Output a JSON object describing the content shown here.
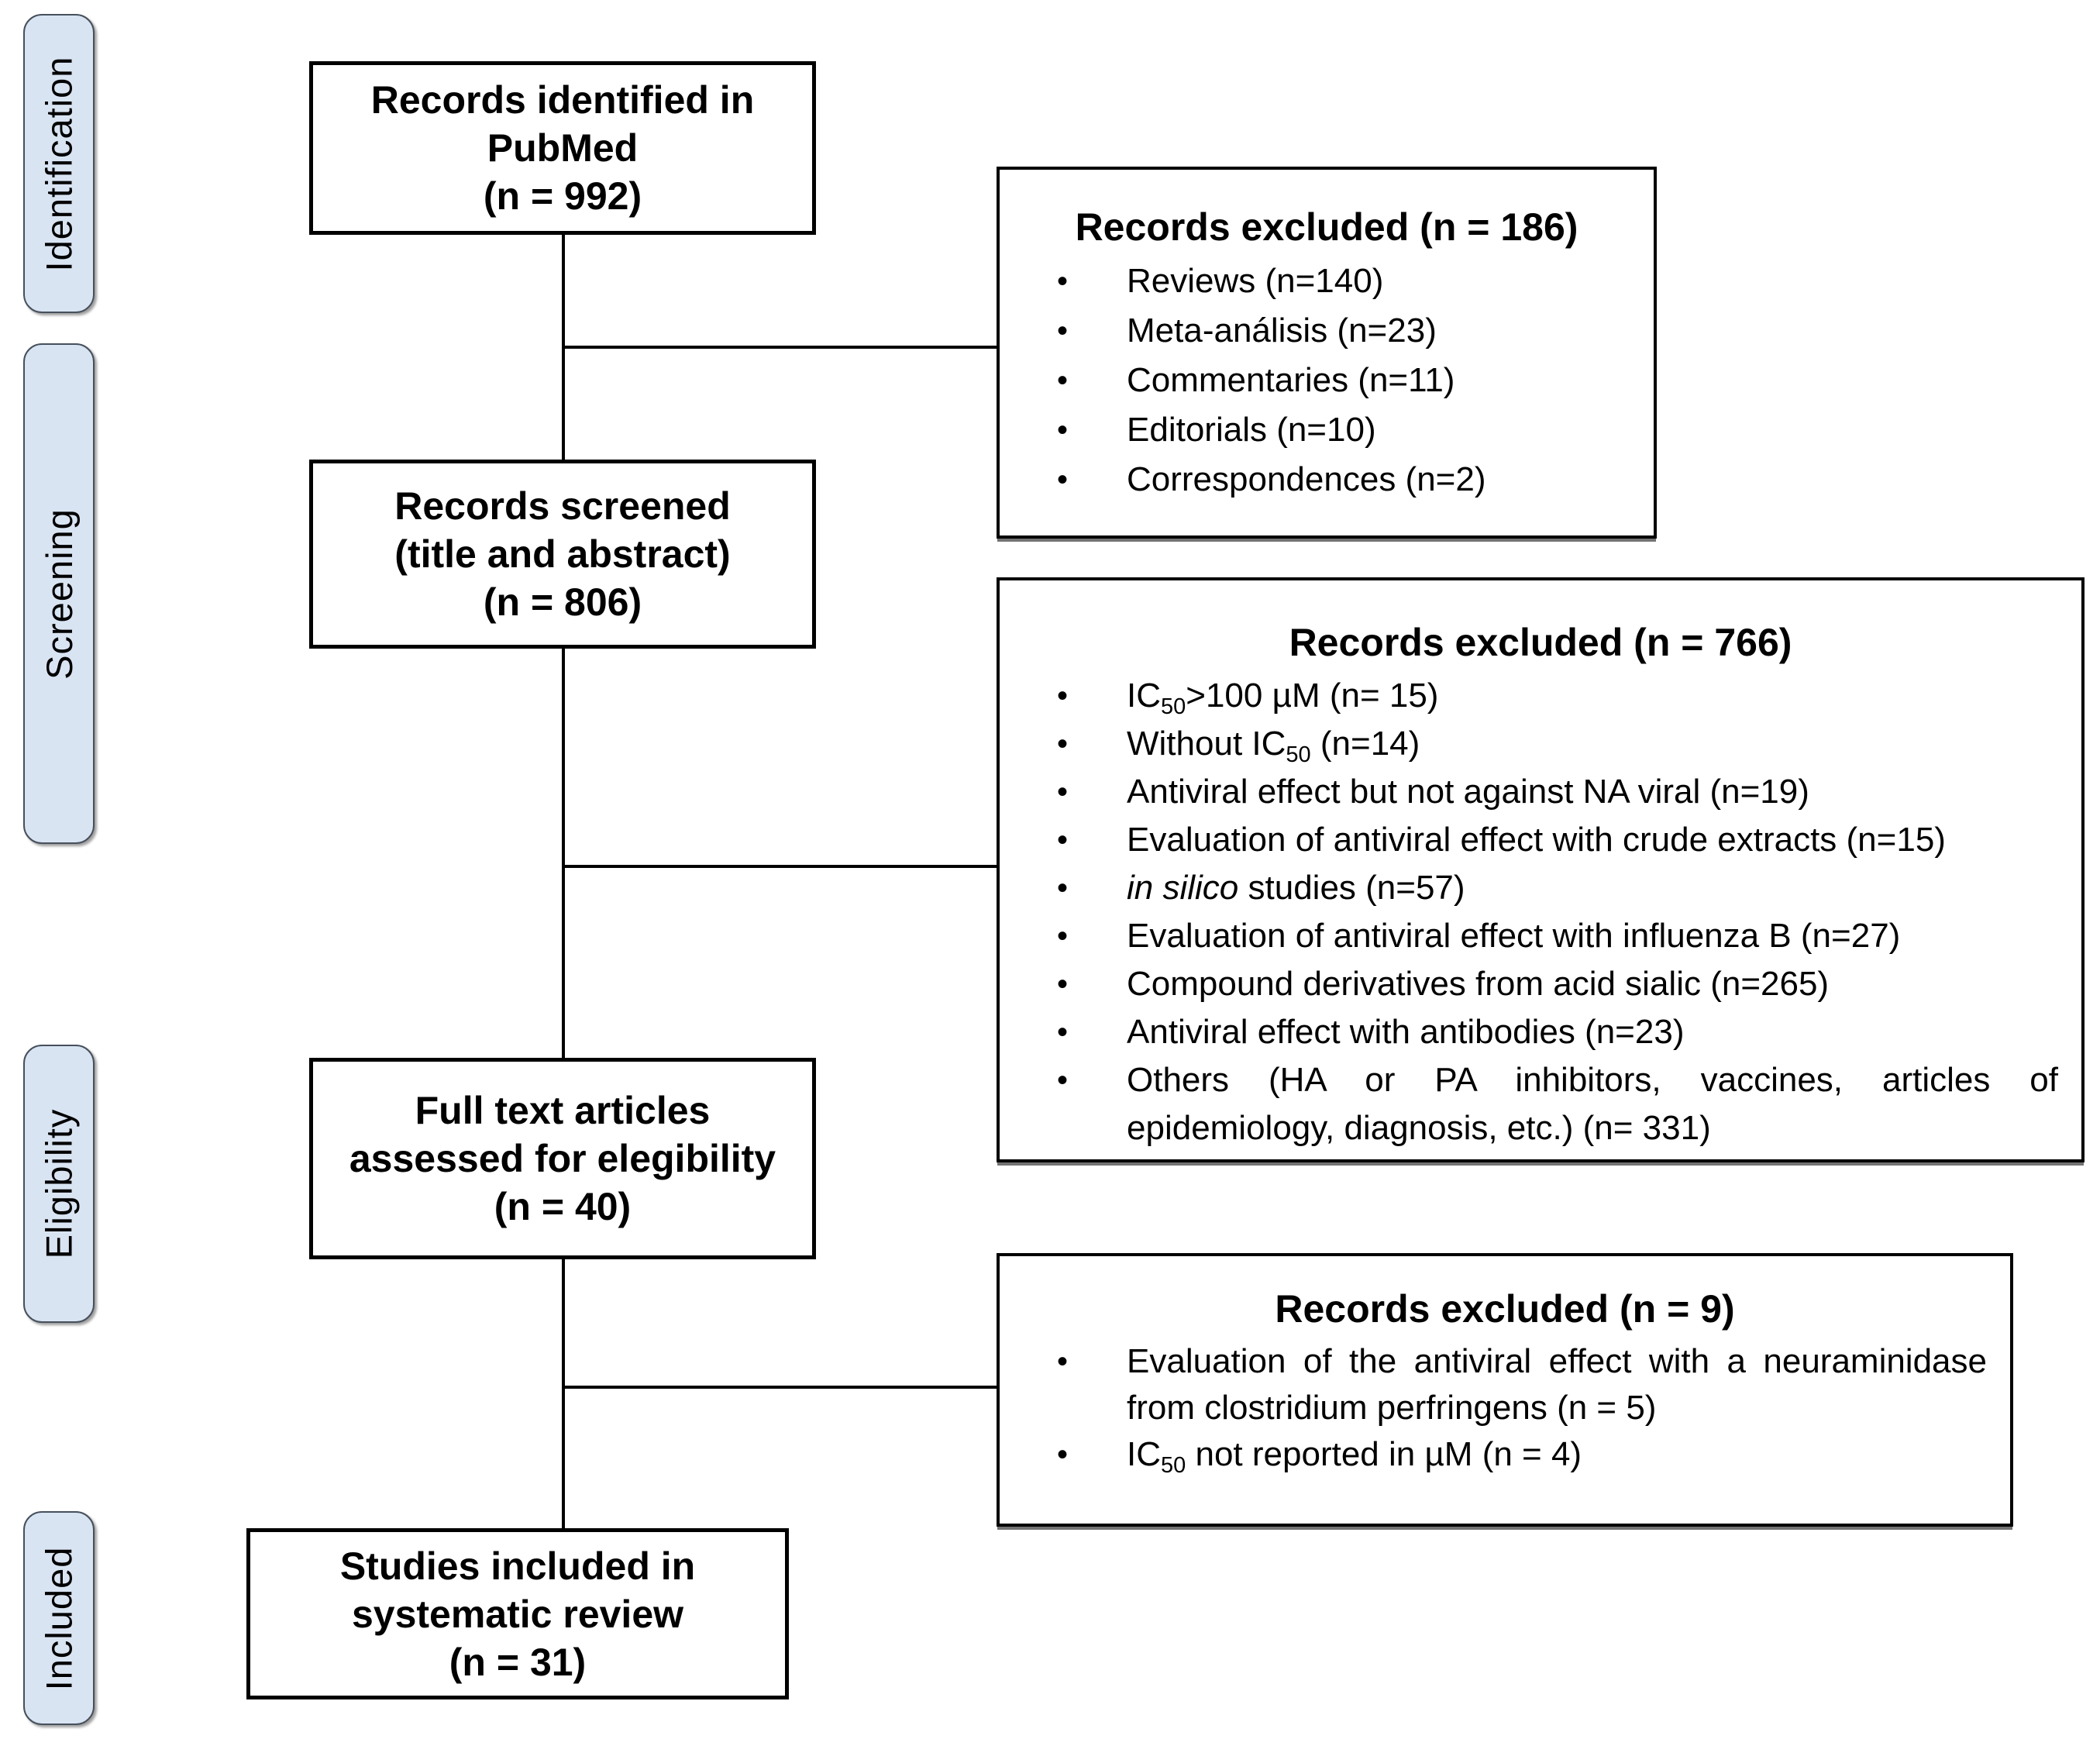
{
  "stages": [
    {
      "label": "Identification"
    },
    {
      "label": "Screening"
    },
    {
      "label": "Eligibility"
    },
    {
      "label": "Included"
    }
  ],
  "flow_boxes": [
    {
      "lines": [
        "Records identified in",
        "PubMed",
        "(n = 992)"
      ]
    },
    {
      "lines": [
        "Records screened",
        "(title and abstract)",
        "(n = 806)"
      ]
    },
    {
      "lines": [
        "Full text articles",
        "assessed for elegibility",
        "(n = 40)"
      ]
    },
    {
      "lines": [
        "Studies included in",
        "systematic review",
        "(n = 31)"
      ]
    }
  ],
  "exclusion_boxes": [
    {
      "title": "Records excluded (n = 186)",
      "items": [
        {
          "segs": [
            {
              "t": "Reviews (n=140)"
            }
          ]
        },
        {
          "segs": [
            {
              "t": "Meta-análisis (n=23)"
            }
          ]
        },
        {
          "segs": [
            {
              "t": "Commentaries (n=11)"
            }
          ]
        },
        {
          "segs": [
            {
              "t": "Editorials (n=10)"
            }
          ]
        },
        {
          "segs": [
            {
              "t": "Correspondences (n=2)"
            }
          ]
        }
      ]
    },
    {
      "title": "Records excluded (n = 766)",
      "items": [
        {
          "segs": [
            {
              "t": "IC"
            },
            {
              "t": "50",
              "s": "sub"
            },
            {
              "t": ">100 µM (n= 15)"
            }
          ]
        },
        {
          "segs": [
            {
              "t": "Without IC"
            },
            {
              "t": "50",
              "s": "sub"
            },
            {
              "t": " (n=14)"
            }
          ]
        },
        {
          "segs": [
            {
              "t": "Antiviral effect but not against NA viral (n=19)"
            }
          ]
        },
        {
          "segs": [
            {
              "t": "Evaluation of antiviral effect with crude extracts (n=15)"
            }
          ]
        },
        {
          "segs": [
            {
              "t": "in silico",
              "s": "i"
            },
            {
              "t": " studies (n=57)"
            }
          ]
        },
        {
          "segs": [
            {
              "t": "Evaluation of antiviral effect with influenza B (n=27)"
            }
          ]
        },
        {
          "segs": [
            {
              "t": "Compound derivatives from acid sialic (n=265)"
            }
          ]
        },
        {
          "segs": [
            {
              "t": "Antiviral effect with antibodies (n=23)"
            }
          ]
        },
        {
          "segs": [
            {
              "t": "Others (HA or PA inhibitors, vaccines, articles of epidemiology, diagnosis, etc.) (n= 331)"
            }
          ],
          "justify": true
        }
      ]
    },
    {
      "title": "Records excluded (n = 9)",
      "items": [
        {
          "segs": [
            {
              "t": "Evaluation of the antiviral effect with a neuraminidase from clostridium perfringens (n = 5)"
            }
          ],
          "justify": true
        },
        {
          "segs": [
            {
              "t": "IC"
            },
            {
              "t": "50",
              "s": "sub"
            },
            {
              "t": " not reported in µM (n = 4)"
            }
          ]
        }
      ]
    }
  ],
  "bullet_glyph": "•",
  "colors": {
    "background": "#ffffff",
    "text": "#000000",
    "line": "#000000",
    "stage_fill": "#d9e4f3",
    "stage_border": "#46505c"
  }
}
